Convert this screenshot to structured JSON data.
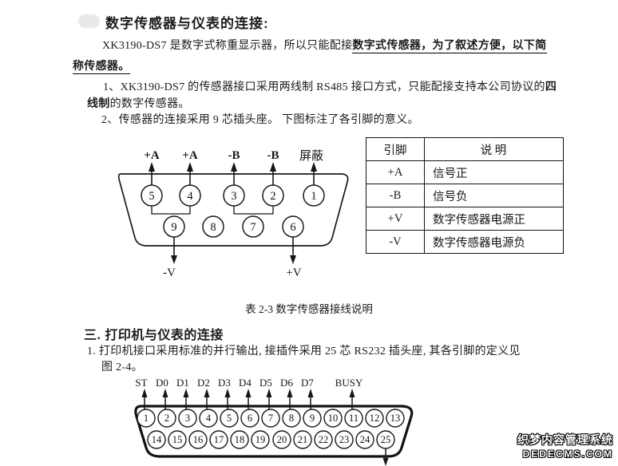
{
  "doc": {
    "section2_heading": "数字传感器与仪表的连接:",
    "intro_normal": "XK3190-DS7 是数字式称重显示器，所以只能配接",
    "intro_bold_line1": "数字式传感器，为了叙述方便，以下简",
    "intro_bold_line2": "称传感器。",
    "item1_line1_normal": "1、XK3190-DS7 的传感器接口采用两线制 RS485 接口方式，只能配接支持本公司协议的",
    "item1_line1_bold": "四",
    "item1_line2_bold": "线制",
    "item1_line2_normal": "的数字传感器。",
    "item2": "2、传感器的连接采用 9 芯插头座。 下图标注了各引脚的意义。",
    "table_caption": "表 2-3 数字传感器接线说明",
    "section3_heading": "三. 打印机与仪表的连接",
    "printer_line1": "1. 打印机接口采用标准的并行输出, 接插件采用 25 芯 RS232 插头座, 其各引脚的定义见",
    "printer_line2": "图 2-4。"
  },
  "connector9": {
    "top_labels": [
      "+A",
      "+A",
      "-B",
      "-B",
      "屏蔽"
    ],
    "top_pins": [
      "5",
      "4",
      "3",
      "2",
      "1"
    ],
    "bottom_pins": [
      "9",
      "8",
      "7",
      "6"
    ],
    "label_minus_v": "-V",
    "label_plus_v": "+V"
  },
  "pin_table": {
    "col_pin": "引脚",
    "col_desc": "说    明",
    "rows": [
      {
        "pin": "+A",
        "desc": "信号正"
      },
      {
        "pin": "-B",
        "desc": "信号负"
      },
      {
        "pin": "+V",
        "desc": "数字传感器电源正"
      },
      {
        "pin": "-V",
        "desc": "数字传感器电源负"
      }
    ]
  },
  "connector25": {
    "signal_labels": [
      "ST",
      "D0",
      "D1",
      "D2",
      "D3",
      "D4",
      "D5",
      "D6",
      "D7",
      "BUSY"
    ],
    "top_pins": [
      "1",
      "2",
      "3",
      "4",
      "5",
      "6",
      "7",
      "8",
      "9",
      "10",
      "11",
      "12",
      "13"
    ],
    "bottom_pins": [
      "14",
      "15",
      "16",
      "17",
      "18",
      "19",
      "20",
      "21",
      "22",
      "23",
      "24",
      "25"
    ]
  },
  "watermark": {
    "line1": "织梦内容管理系统",
    "line2": "DEDECMS.COM"
  }
}
